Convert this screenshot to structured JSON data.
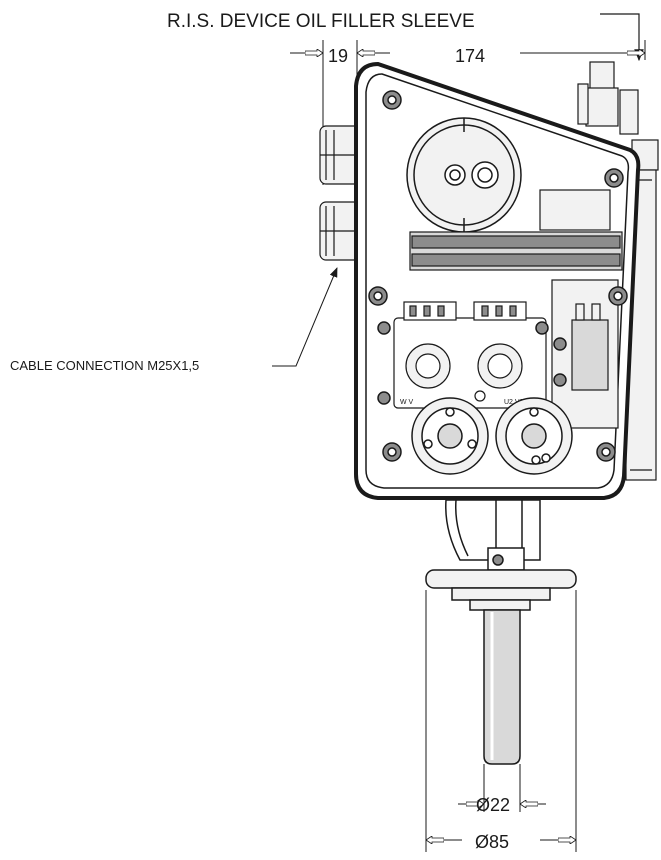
{
  "labels": {
    "oil_filler": "R.I.S. DEVICE OIL FILLER SLEEVE",
    "cable_connection": "CABLE CONNECTION M25X1,5"
  },
  "dimensions": {
    "dim_19": "19",
    "dim_174": "174",
    "dia_22": "Ø22",
    "dia_85": "Ø85"
  },
  "pcb": {
    "label_a": "W V",
    "label_b": "U2 V2"
  },
  "colors": {
    "line": "#1a1a1a",
    "fill_light": "#f2f2f2",
    "fill_mid": "#d9d9d9",
    "fill_dark": "#8c8c8c"
  }
}
